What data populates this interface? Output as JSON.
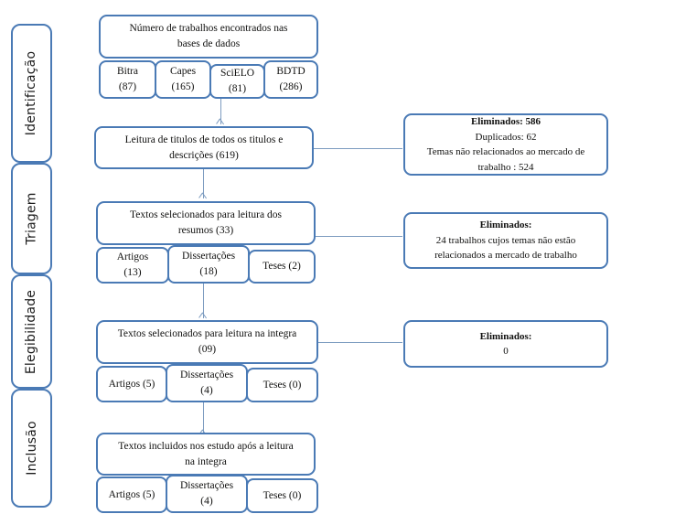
{
  "theme": {
    "box_border": "#4a7ab5",
    "connector": "#7d9cc0",
    "text": "#10100f",
    "background": "#ffffff"
  },
  "stages": [
    {
      "label": "Identificação"
    },
    {
      "label": "Triagem"
    },
    {
      "label": "Elegibilidade"
    },
    {
      "label": "Inclusão"
    }
  ],
  "flow": {
    "identification": {
      "title": "Número de trabalhos encontrados nas\nbases de dados",
      "sources": [
        {
          "name": "Bitra",
          "count": "(87)",
          "text": "Bitra\n(87)"
        },
        {
          "name": "Capes",
          "count": "(165)",
          "text": "Capes\n(165)"
        },
        {
          "name": "SciELO",
          "count": "(81)",
          "text": "SciELO\n(81)"
        },
        {
          "name": "BDTD",
          "count": "(286)",
          "text": "BDTD\n(286)"
        }
      ]
    },
    "screening_titles": {
      "text": "Leitura  de titulos  de todos os titulos  e\ndescrições  (619)",
      "count": "619"
    },
    "screening_abstracts": {
      "text": "Textos  selecionados  para leitura  dos\nresumos (33)",
      "count": "33",
      "types": [
        {
          "text": "Artigos\n(13)"
        },
        {
          "text": "Dissertações\n(18)"
        },
        {
          "text": "Teses (2)"
        }
      ]
    },
    "eligibility_fulltext": {
      "text": "Textos  selecionados  para leitura  na integra\n(09)",
      "count": "09",
      "types": [
        {
          "text": "Artigos  (5)"
        },
        {
          "text": "Dissertações\n(4)"
        },
        {
          "text": "Teses (0)"
        }
      ]
    },
    "inclusion": {
      "text": "Textos  incluidos  nos estudo após a leitura\nna integra",
      "types": [
        {
          "text": "Artigos  (5)"
        },
        {
          "text": "Dissertações\n(4)"
        },
        {
          "text": "Teses (0)"
        }
      ]
    }
  },
  "excluded": [
    {
      "heading": "Eliminados:  586",
      "lines": [
        "Duplicados:  62",
        "Temas  não relacionados  ao mercado  de",
        "trabalho  : 524"
      ]
    },
    {
      "heading": "Eliminados:",
      "lines": [
        "24 trabalhos  cujos  temas  não estão",
        "relacionados  a mercado  de trabalho"
      ]
    },
    {
      "heading": "Eliminados:",
      "lines": [
        "0"
      ]
    }
  ]
}
